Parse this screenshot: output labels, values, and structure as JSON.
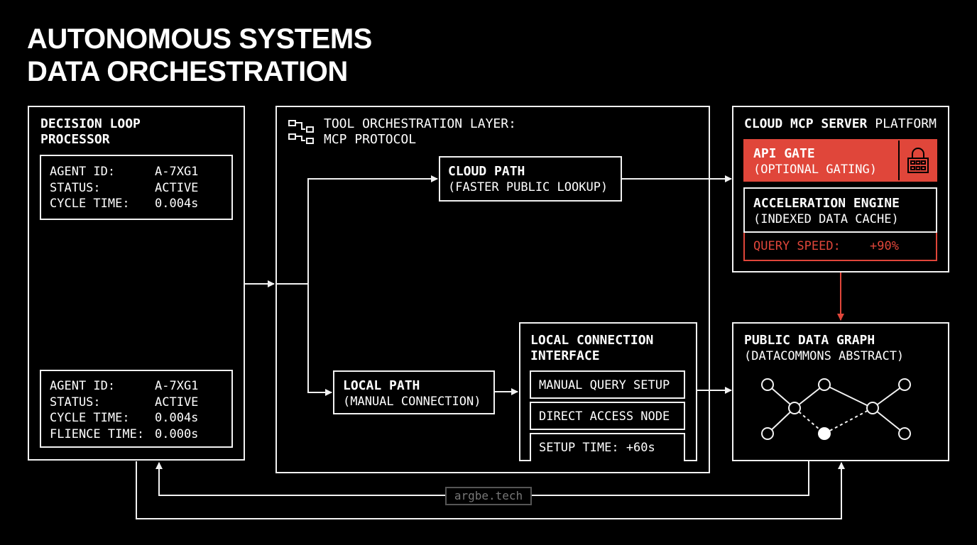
{
  "title": {
    "line1": "AUTONOMOUS SYSTEMS",
    "line2": "DATA ORCHESTRATION"
  },
  "decision_loop": {
    "title_line1": "DECISION LOOP",
    "title_line2": "PROCESSOR",
    "card_top": [
      {
        "key": "AGENT ID:",
        "value": "A-7XG1"
      },
      {
        "key": "STATUS:",
        "value": "ACTIVE"
      },
      {
        "key": "CYCLE TIME:",
        "value": "0.004s"
      }
    ],
    "card_bottom": [
      {
        "key": "AGENT ID:",
        "value": "A-7XG1"
      },
      {
        "key": "STATUS:",
        "value": "ACTIVE"
      },
      {
        "key": "CYCLE TIME:",
        "value": "0.004s"
      },
      {
        "key": "FLIENCE TIME:",
        "value": "0.000s"
      }
    ]
  },
  "orchestration": {
    "title_line1": "TOOL ORCHESTRATION LAYER:",
    "title_line2": "MCP PROTOCOL",
    "icon": "flow-chart-icon",
    "cloud_path": {
      "title": "CLOUD PATH",
      "subtitle": "(FASTER PUBLIC LOOKUP)"
    },
    "local_path": {
      "title": "LOCAL PATH",
      "subtitle": "(MANUAL CONNECTION)"
    },
    "local_interface": {
      "title_line1": "LOCAL CONNECTION",
      "title_line2": "INTERFACE",
      "items": [
        "MANUAL QUERY SETUP",
        "DIRECT ACCESS NODE",
        "SETUP TIME: +60s"
      ]
    }
  },
  "cloud_server": {
    "title_bold": "CLOUD MCP SERVER",
    "title_light": "PLATFORM",
    "api_gate": {
      "title": "API GATE",
      "subtitle": "(OPTIONAL GATING)",
      "icon": "lock-icon"
    },
    "acceleration": {
      "title": "ACCELERATION ENGINE",
      "subtitle": "(INDEXED DATA CACHE)"
    },
    "query_speed": {
      "label": "QUERY SPEED:",
      "value": "+90%"
    }
  },
  "public_graph": {
    "title": "PUBLIC DATA GRAPH",
    "subtitle": "(DATACOMMONS ABSTRACT)"
  },
  "footer": {
    "text": "argbe.tech"
  },
  "colors": {
    "accent": "#e0463a",
    "line": "#f2f2f2",
    "background": "#000000"
  }
}
